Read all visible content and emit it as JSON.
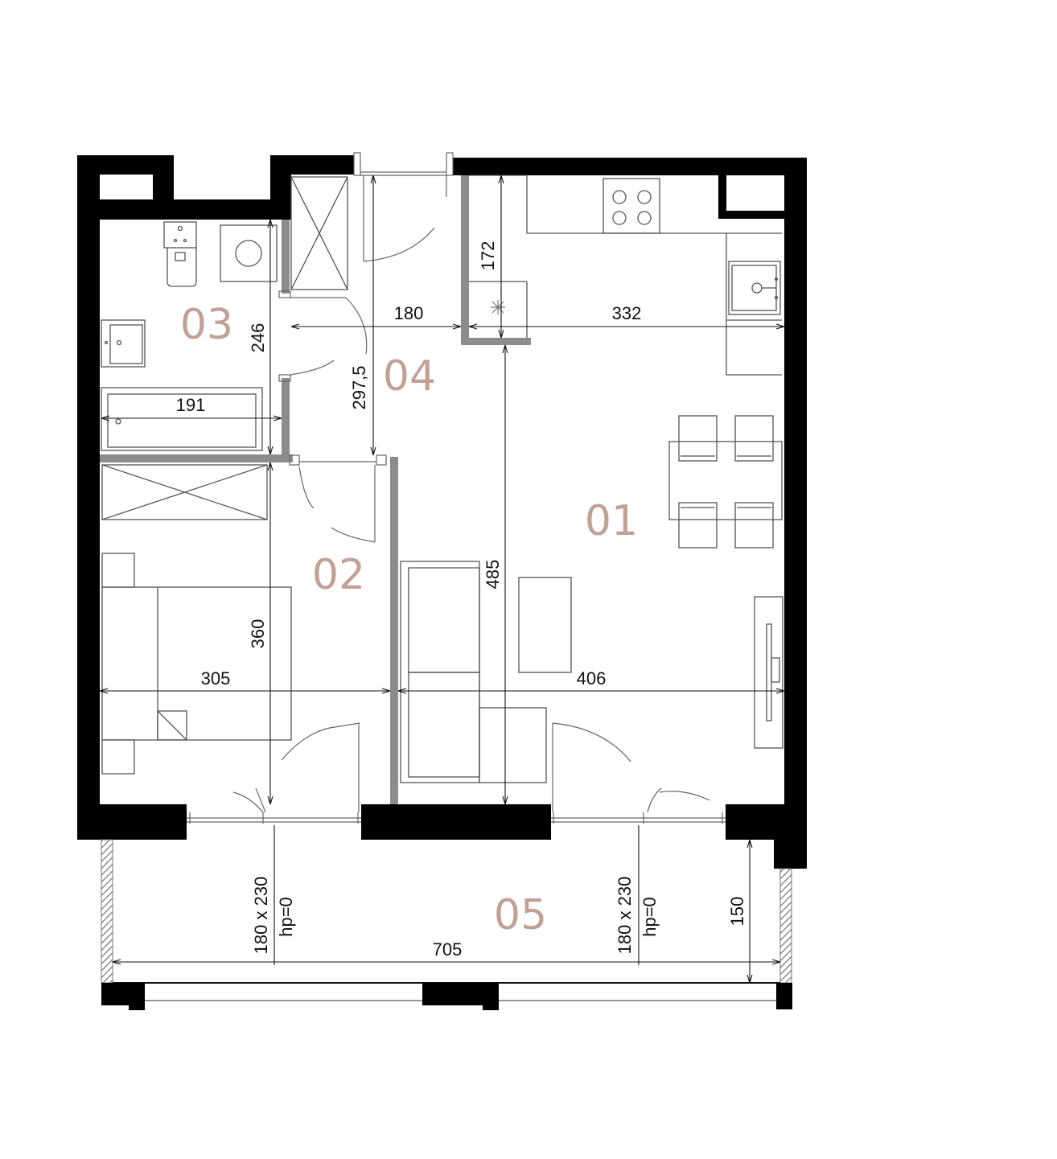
{
  "colors": {
    "wall": "#000000",
    "partition": "#8c8c8c",
    "room_label": "#c1a095",
    "fixture_line": "#666666",
    "dimension": "#111111"
  },
  "rooms": [
    {
      "id": "01",
      "label": "01"
    },
    {
      "id": "02",
      "label": "02"
    },
    {
      "id": "03",
      "label": "03"
    },
    {
      "id": "04",
      "label": "04"
    },
    {
      "id": "05",
      "label": "05"
    }
  ],
  "dimensions": {
    "d180": "180",
    "d332": "332",
    "d172": "172",
    "d246": "246",
    "d297": "297,5",
    "d191": "191",
    "d485": "485",
    "d360": "360",
    "d305": "305",
    "d406": "406",
    "d705": "705",
    "d150": "150"
  },
  "openings": [
    {
      "size": "180 x 230",
      "sill": "hp=0"
    },
    {
      "size": "180 x 230",
      "sill": "hp=0"
    }
  ],
  "icons": {
    "hob": "cooktop-icon",
    "sink": "sink-icon",
    "toilet": "toilet-icon",
    "washer": "washing-machine-icon",
    "shower": "shower-icon",
    "bathtub": "bathtub-icon",
    "washbasin": "washbasin-icon",
    "vent": "ventilation-icon"
  }
}
